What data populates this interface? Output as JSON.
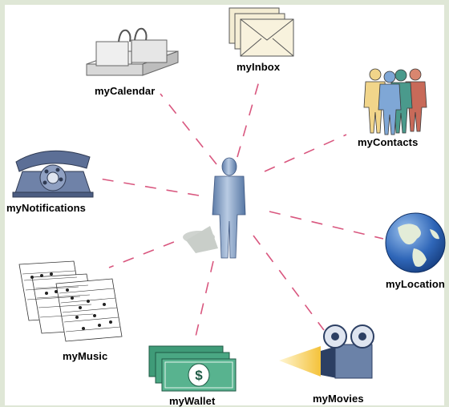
{
  "labels": {
    "inbox": "myInbox",
    "calendar": "myCalendar",
    "contacts": "myContacts",
    "notifications": "myNotifications",
    "location": "myLocation",
    "music": "myMusic",
    "wallet": "myWallet",
    "movies": "myMovies"
  },
  "colors": {
    "background": "#dfe7d6",
    "panel": "#ffffff",
    "connector": "#d9577f",
    "person": "#7f9fc8"
  },
  "icons": {
    "center": "person-icon",
    "inbox": "envelopes-icon",
    "calendar": "calendar-binder-icon",
    "contacts": "people-group-icon",
    "notifications": "telephone-icon",
    "location": "globe-icon",
    "music": "sheet-music-icon",
    "wallet": "money-icon",
    "movies": "movie-camera-icon"
  }
}
